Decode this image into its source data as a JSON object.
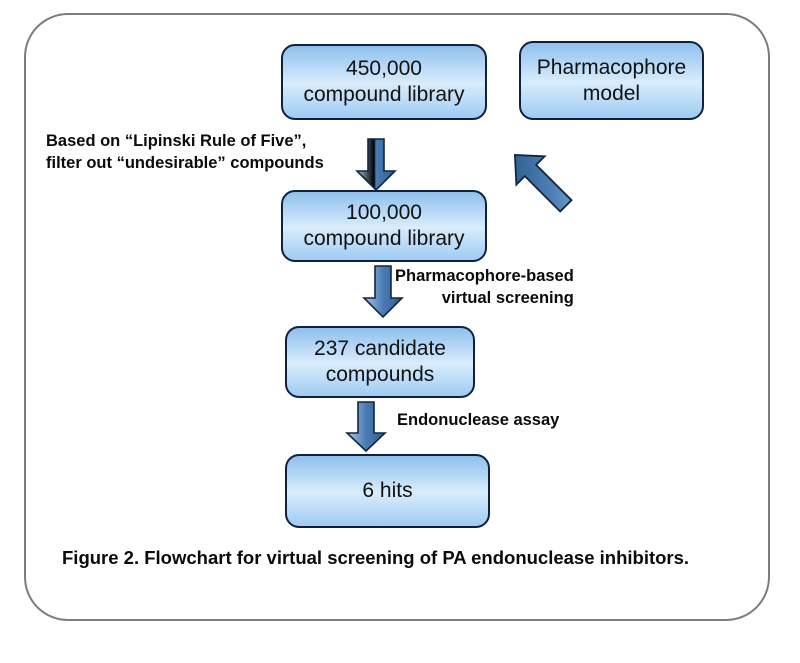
{
  "figure": {
    "caption": "Figure 2. Flowchart for virtual screening of PA endonuclease inhibitors.",
    "frame_border_color": "#7c7c7c",
    "box_border_color": "#10213e",
    "box_fill_top": "#8fc0ec",
    "box_fill_mid": "#d9ecfb",
    "arrow_fill_light": "#a9c9e8",
    "arrow_fill_dark": "#3d6ea5",
    "arrow_outline": "#13253f",
    "text_color": "#111111"
  },
  "boxes": {
    "library_450k": {
      "line1": "450,000",
      "line2": "compound library"
    },
    "pharmacophore_model": {
      "line1": "Pharmacophore",
      "line2": "model"
    },
    "library_100k": {
      "line1": "100,000",
      "line2": "compound library"
    },
    "candidates_237": {
      "line1": "237 candidate",
      "line2": "compounds"
    },
    "hits_6": {
      "line1": "6 hits"
    }
  },
  "annotations": {
    "lipinski": {
      "line1": "Based on “Lipinski Rule of Five”,",
      "line2": "filter out “undesirable” compounds"
    },
    "virtual_screening": {
      "line1": "Pharmacophore-based",
      "line2": "virtual screening"
    },
    "assay": {
      "line1": "Endonuclease assay"
    }
  },
  "chart_data": {
    "type": "diagram",
    "title": "Figure 2. Flowchart for virtual screening of PA endonuclease inhibitors.",
    "nodes": [
      {
        "id": "library_450k",
        "label": "450,000 compound library",
        "value": 450000
      },
      {
        "id": "pharmacophore_model",
        "label": "Pharmacophore model"
      },
      {
        "id": "library_100k",
        "label": "100,000 compound library",
        "value": 100000
      },
      {
        "id": "candidates_237",
        "label": "237 candidate compounds",
        "value": 237
      },
      {
        "id": "hits_6",
        "label": "6 hits",
        "value": 6
      }
    ],
    "edges": [
      {
        "from": "library_450k",
        "to": "library_100k",
        "label": "Based on “Lipinski Rule of Five”, filter out “undesirable” compounds"
      },
      {
        "from": "pharmacophore_model",
        "to": "library_100k",
        "label": ""
      },
      {
        "from": "library_100k",
        "to": "candidates_237",
        "label": "Pharmacophore-based virtual screening"
      },
      {
        "from": "candidates_237",
        "to": "hits_6",
        "label": "Endonuclease assay"
      }
    ]
  }
}
